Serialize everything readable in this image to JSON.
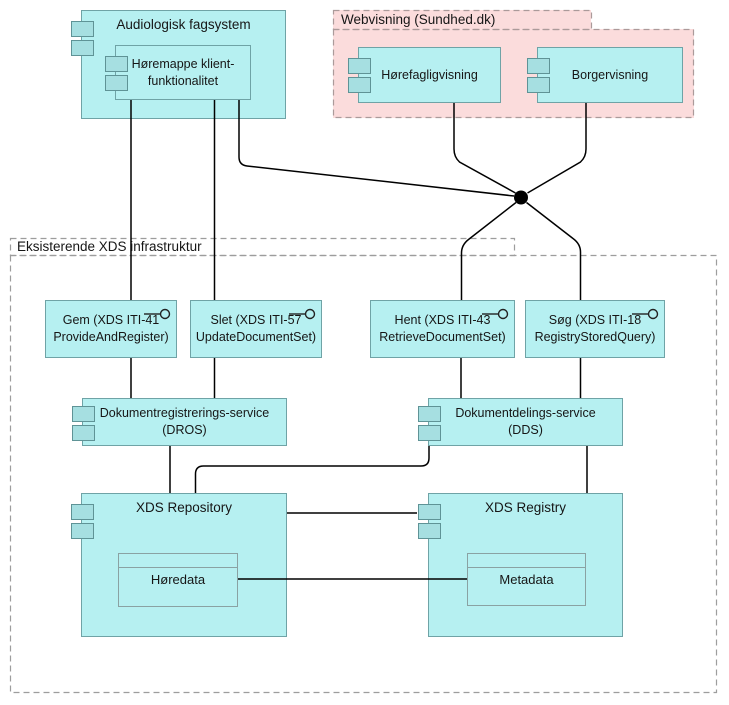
{
  "diagram": {
    "audiologisk": {
      "title": "Audiologisk fagsystem"
    },
    "horemappe": {
      "line1": "Høremappe klient-",
      "line2": "funktionalitet"
    },
    "webvisning": {
      "label": "Webvisning (Sundhed.dk)"
    },
    "horefaglig": {
      "label": "Hørefagligvisning"
    },
    "borger": {
      "label": "Borgervisning"
    },
    "xds_infra": {
      "label": "Eksisterende XDS infrastruktur"
    },
    "gem": {
      "line1": "Gem (XDS ITI-41",
      "line2": "ProvideAndRegister)"
    },
    "slet": {
      "line1": "Slet (XDS ITI-57",
      "line2": "UpdateDocumentSet)"
    },
    "hent": {
      "line1": "Hent (XDS ITI-43",
      "line2": "RetrieveDocumentSet)"
    },
    "soeg": {
      "line1": "Søg (XDS ITI-18",
      "line2": "RegistryStoredQuery)"
    },
    "dros": {
      "line1": "Dokumentregistrerings-service",
      "line2": "(DROS)"
    },
    "dds": {
      "line1": "Dokumentdelings-service",
      "line2": "(DDS)"
    },
    "repository": {
      "title": "XDS Repository"
    },
    "registry": {
      "title": "XDS Registry"
    },
    "horedata": {
      "label": "Høredata"
    },
    "metadata": {
      "label": "Metadata"
    }
  },
  "colors": {
    "component_fill": "#b6f0f1",
    "component_border": "#6fa3a6",
    "icon_fill": "#a6dfe1",
    "package_pink_fill": "#fbdcdc",
    "package_pink_border": "#ab9a9a",
    "package_gray_border": "#9d9d9d",
    "connector": "#000000"
  }
}
